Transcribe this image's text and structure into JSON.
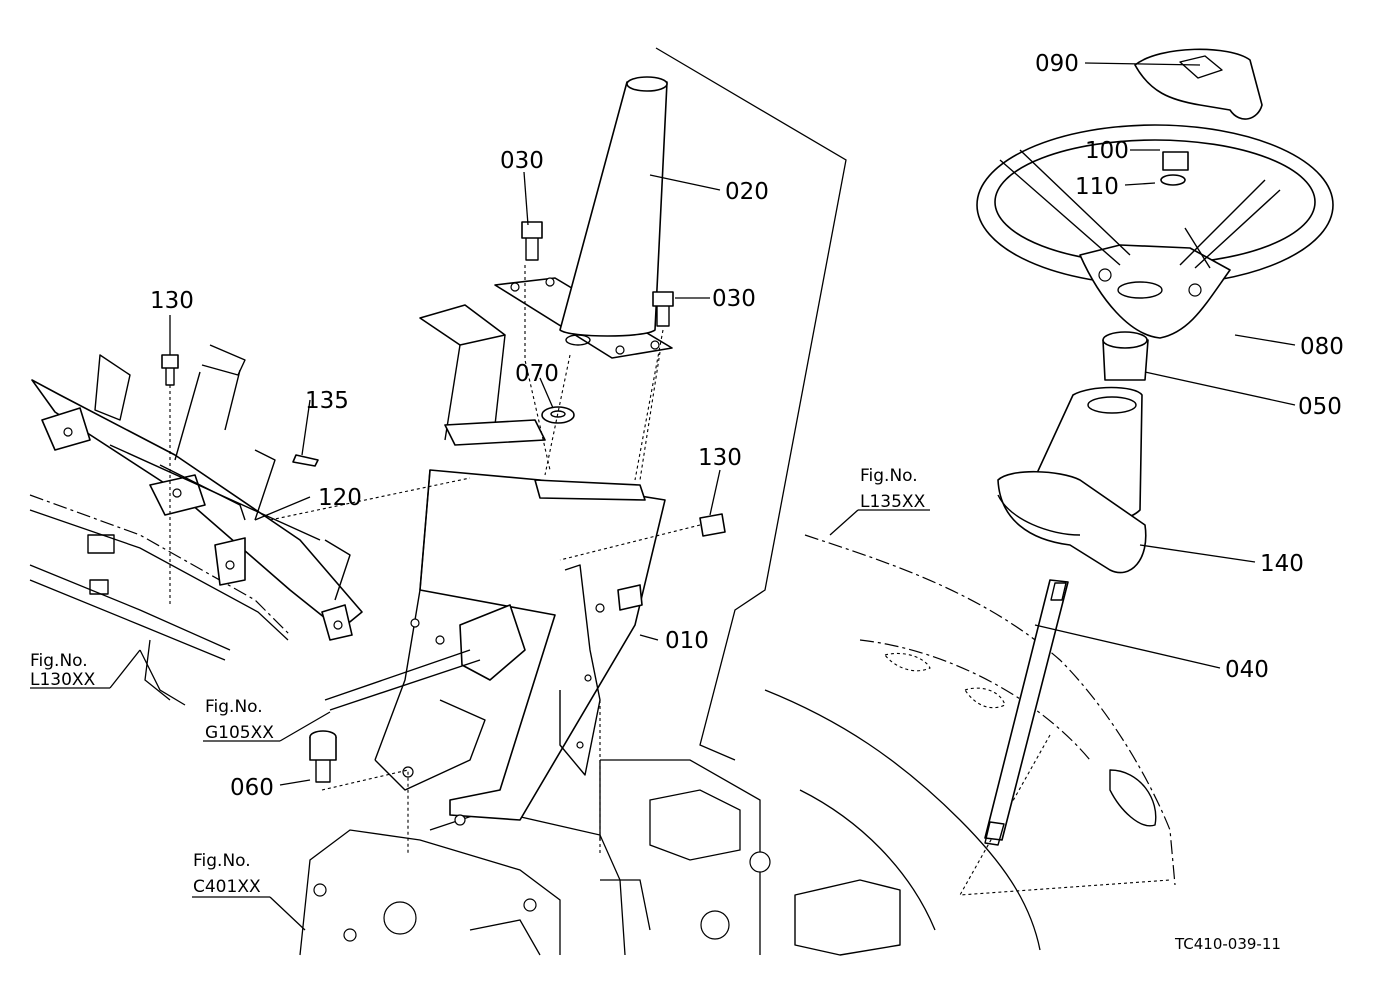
{
  "diagram": {
    "parts": [
      {
        "id": "010"
      },
      {
        "id": "020"
      },
      {
        "id": "030"
      },
      {
        "id": "030"
      },
      {
        "id": "040"
      },
      {
        "id": "050"
      },
      {
        "id": "060"
      },
      {
        "id": "070"
      },
      {
        "id": "080"
      },
      {
        "id": "090"
      },
      {
        "id": "100"
      },
      {
        "id": "110"
      },
      {
        "id": "120"
      },
      {
        "id": "130"
      },
      {
        "id": "130"
      },
      {
        "id": "135"
      },
      {
        "id": "140"
      }
    ],
    "references": [
      {
        "prefix": "Fig.No.",
        "code": "L130XX"
      },
      {
        "prefix": "Fig.No.",
        "code": "G105XX"
      },
      {
        "prefix": "Fig.No.",
        "code": "C401XX"
      },
      {
        "prefix": "Fig.No.",
        "code": "L135XX"
      }
    ],
    "drawing_code": "TC410-039-11"
  }
}
